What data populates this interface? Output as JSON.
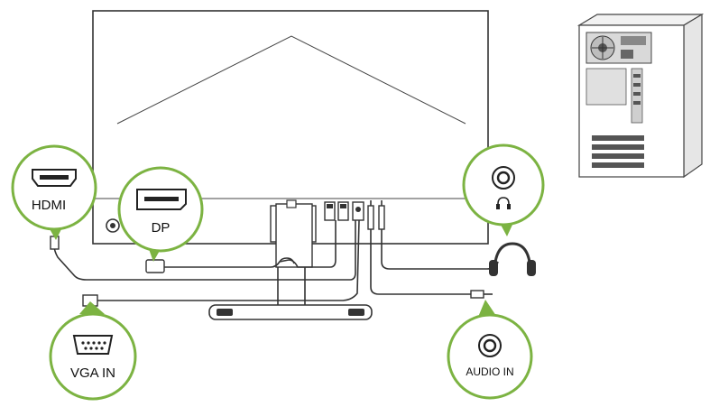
{
  "colors": {
    "accent": "#7cb342",
    "line": "#333333",
    "background": "#ffffff"
  },
  "callouts": {
    "hdmi": {
      "label": "HDMI",
      "icon": "hdmi-port-icon"
    },
    "dp": {
      "label": "DP",
      "icon": "displayport-icon"
    },
    "vga": {
      "label": "VGA IN",
      "icon": "vga-port-icon"
    },
    "headphone": {
      "label": "",
      "icon": "headphone-jack-icon"
    },
    "audio_in": {
      "label": "AUDIO IN",
      "icon": "audio-jack-icon"
    }
  },
  "devices": [
    "monitor-back",
    "desktop-pc-tower",
    "headphones"
  ]
}
